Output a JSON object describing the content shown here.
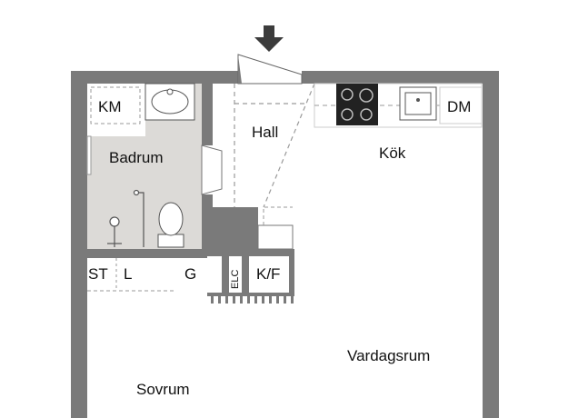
{
  "colors": {
    "wall": "#7a7a7a",
    "bathroom_floor": "#dcdad7",
    "fixture_stroke": "#555555",
    "dash": "#9a9a9a",
    "text": "#111111",
    "stove": "#222222"
  },
  "icons": {
    "entrance": "down-arrow-icon",
    "stove": "stove-icon",
    "sink": "sink-icon",
    "toilet": "toilet-icon",
    "washbasin": "washbasin-icon",
    "shower": "shower-icon"
  },
  "rooms": {
    "km": "KM",
    "badrum": "Badrum",
    "hall": "Hall",
    "kok": "Kök",
    "dm": "DM",
    "st": "ST",
    "l": "L",
    "g": "G",
    "elc": "ELC",
    "kf": "K/F",
    "vardagsrum": "Vardagsrum",
    "sovrum": "Sovrum"
  }
}
